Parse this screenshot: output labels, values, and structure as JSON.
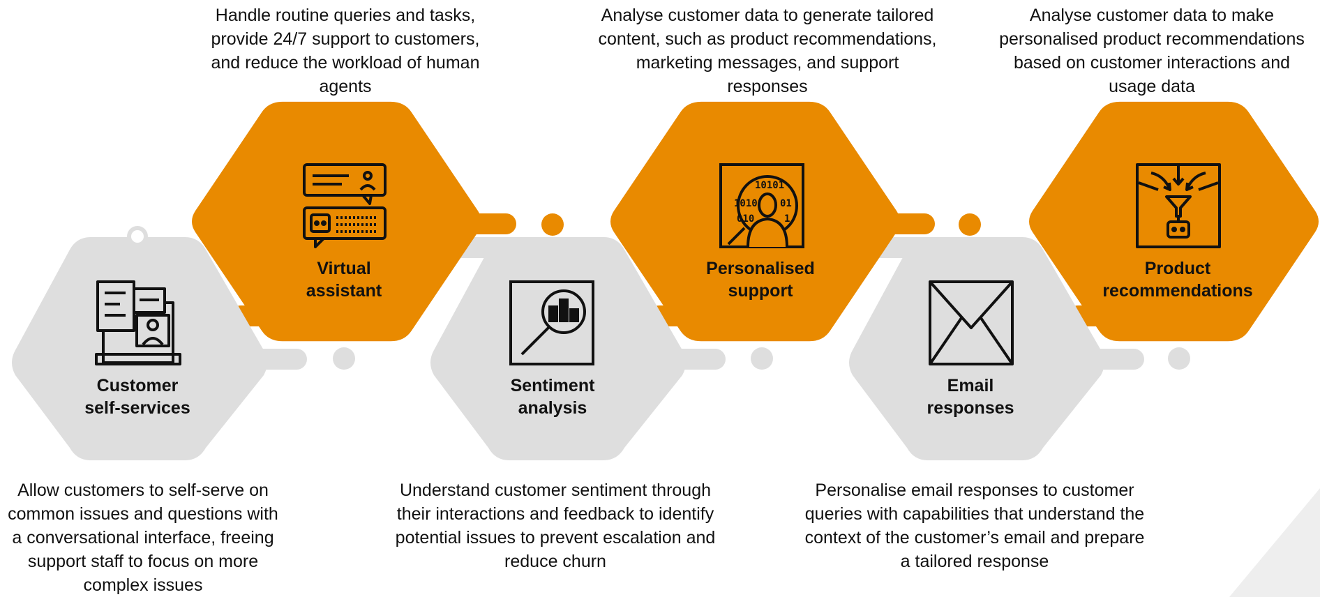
{
  "colors": {
    "orange": "#E98A00",
    "gray": "#DEDEDE",
    "text": "#111111"
  },
  "steps": [
    {
      "title_lines": [
        "Customer",
        "self-services"
      ],
      "description": "Allow customers to self-serve on common issues and questions with a conversational interface, freeing support staff to focus on more complex issues",
      "icon": "computer-chat-icon",
      "color": "gray"
    },
    {
      "title_lines": [
        "Virtual",
        "assistant"
      ],
      "description": "Handle routine queries and tasks, provide 24/7 support to customers, and reduce the workload of human agents",
      "icon": "chatbot-icon",
      "color": "orange"
    },
    {
      "title_lines": [
        "Sentiment",
        "analysis"
      ],
      "description": "Understand customer sentiment through their interactions and feedback to identify potential issues to prevent escalation and reduce churn",
      "icon": "magnifier-chart-icon",
      "color": "gray"
    },
    {
      "title_lines": [
        "Personalised",
        "support"
      ],
      "description": "Analyse customer data to generate tailored content, such as product recommendations, marketing messages, and support responses",
      "icon": "customer-data-icon",
      "color": "orange"
    },
    {
      "title_lines": [
        "Email",
        "responses"
      ],
      "description": "Personalise email responses to customer queries with capabilities that understand the context of the customer’s email and prepare a tailored response",
      "icon": "envelope-icon",
      "color": "gray"
    },
    {
      "title_lines": [
        "Product",
        "recommendations"
      ],
      "description": "Analyse customer data to make personalised product recommendations based on customer interactions and usage data",
      "icon": "funnel-robot-icon",
      "color": "orange"
    }
  ]
}
